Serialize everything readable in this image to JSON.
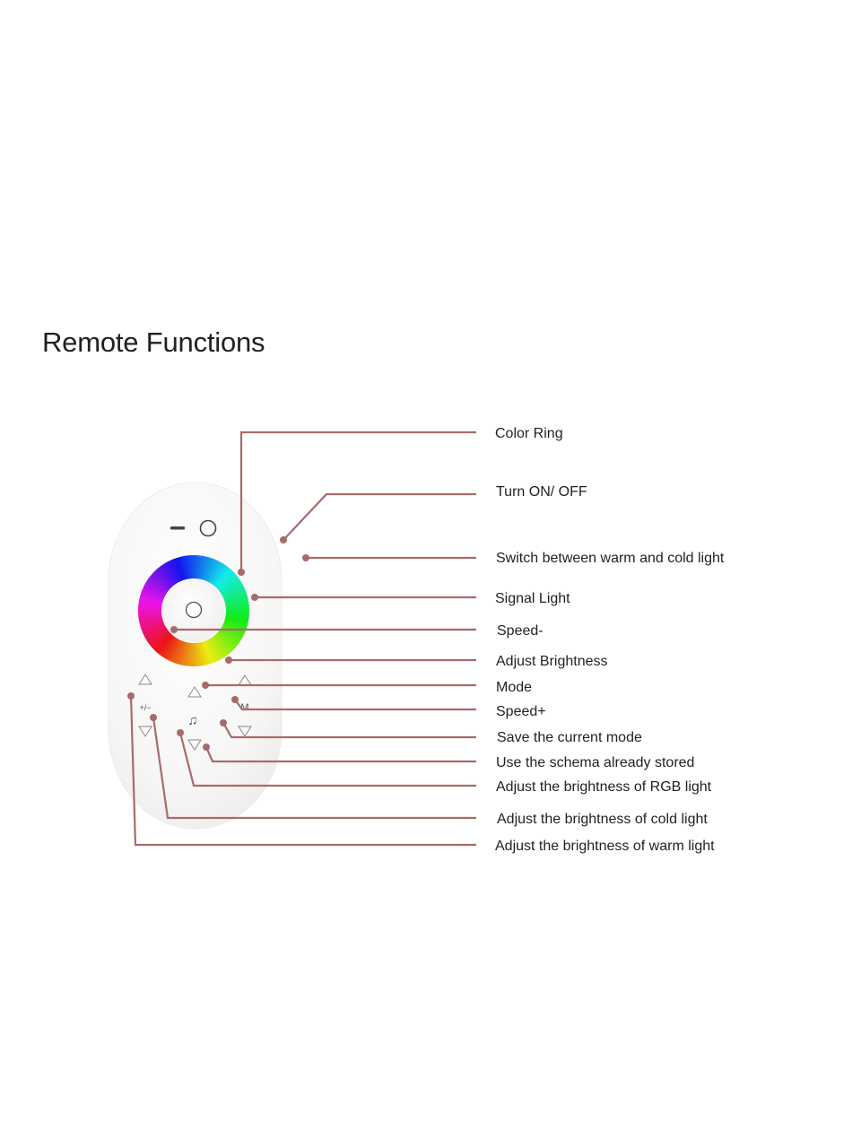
{
  "title": "Remote Functions",
  "remote": {
    "top_left_button": "−",
    "top_right_button": "○",
    "center_button": "○",
    "plus_minus": "+/−",
    "music_symbol": "♫",
    "mode_symbol": "M",
    "up_arrow": "△",
    "down_arrow": "▽"
  },
  "callouts": [
    "Color  Ring",
    "Turn ON/ OFF",
    "Switch between warm and cold light",
    "Signal Light",
    "Speed-",
    "Adjust Brightness",
    "Mode",
    "Speed+",
    "Save the current mode",
    "Use the schema already stored",
    "Adjust the brightness of RGB light",
    "Adjust the brightness of cold light",
    "Adjust the brightness of warm light"
  ],
  "colors": {
    "leader": "#a86b6b",
    "text": "#231f20",
    "remote_body": "#f4f4f4"
  }
}
